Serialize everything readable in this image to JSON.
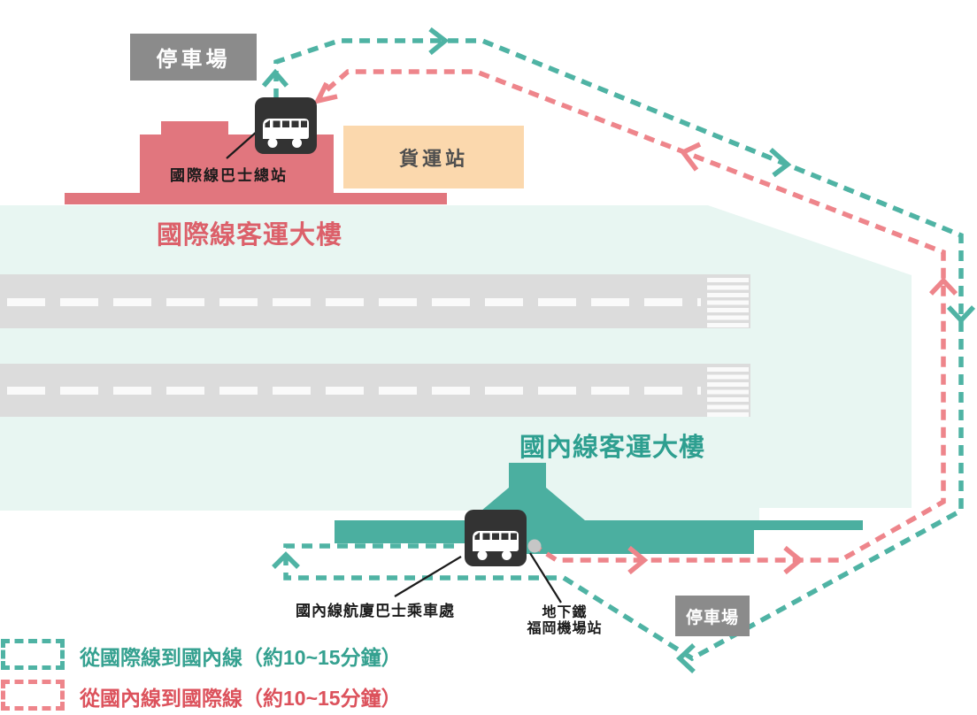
{
  "labels": {
    "parking_top": "停車場",
    "parking_bottom": "停車場",
    "cargo_terminal": "貨運站",
    "intl_terminal_title": "國際線客運大樓",
    "domestic_terminal_title": "國內線客運大樓",
    "intl_bus_terminal": "國際線巴士總站",
    "domestic_bus_stop": "國內線航廈巴士乘車處",
    "subway_line1": "地下鐵",
    "subway_line2": "福岡機場站"
  },
  "legend": {
    "items": [
      {
        "label": "從國際線到國內線（約10~15分鐘）",
        "color": "#35A190"
      },
      {
        "label": "從國內線到國際線（約10~15分鐘）",
        "color": "#DC525C"
      }
    ]
  },
  "icons": {
    "bus_stop": "bus-icon",
    "subway_station": "station-dot-icon"
  },
  "colors": {
    "teal_route": "#4FB3A4",
    "teal_building": "#4BAFA0",
    "light_teal_bg": "#E8F6F2",
    "teal_title": "#2E9F90",
    "legend_teal": "#35A190",
    "pink_route": "#EE858B",
    "pink_building": "#E1767E",
    "red_title": "#DC606A",
    "legend_red": "#DC525C",
    "peach_box": "#FBD8AD",
    "cargo_text": "#4F4F4F",
    "gray_box": "#8B8B8B",
    "runway_gray": "#DCDCDC",
    "icon_black": "#333333",
    "label_black": "#1B1B1B",
    "station_dot_gray": "#C6C6C6"
  }
}
